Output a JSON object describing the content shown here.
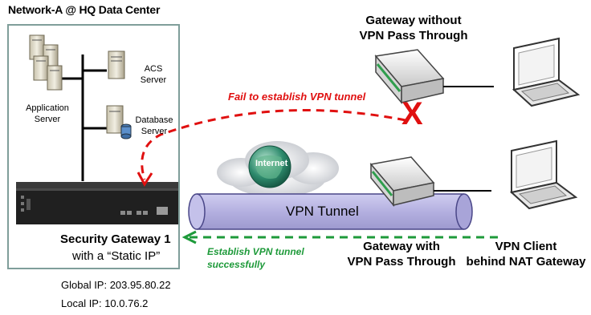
{
  "network": {
    "title": "Network-A @ HQ Data Center",
    "app_server": "Application\nServer",
    "acs_server": "ACS\nServer",
    "db_server": "Database\nServer"
  },
  "security_gateway": {
    "name": "Security Gateway 1",
    "subtitle": "with a “Static IP”",
    "global_ip": "Global IP: 203.95.80.22",
    "local_ip": "Local IP: 10.0.76.2"
  },
  "internet_label": "Internet",
  "tunnel_label": "VPN Tunnel",
  "gateway_without": "Gateway without\nVPN Pass Through",
  "gateway_with": "Gateway with\nVPN Pass Through",
  "vpn_client": "VPN Client\nbehind NAT Gateway",
  "fail_text": "Fail to establish VPN tunnel",
  "success_text": "Establish VPN tunnel\nsuccessfully",
  "block_mark": "X",
  "colors": {
    "fail": "#e01010",
    "success": "#1e9a3a",
    "tunnel": "#b7b3e0",
    "box_border": "#7f9e9a"
  }
}
